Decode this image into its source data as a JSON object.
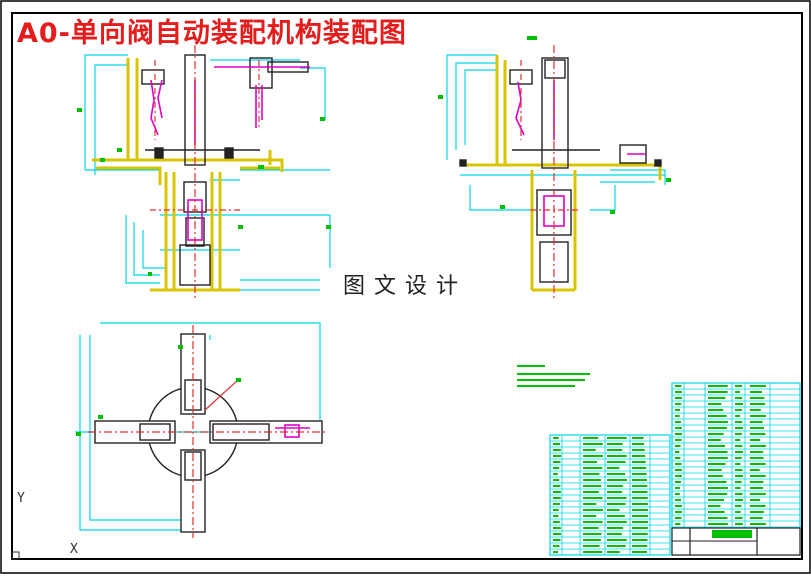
{
  "drawing": {
    "title": "A0-单向阀自动装配机构装配图",
    "watermark": "图文设计",
    "axis_y_label": "Y",
    "axis_x_label": "X",
    "colors": {
      "title": "#e51c1c",
      "frame": "#000000",
      "cyan": "#00d7e8",
      "yellow": "#d9c400",
      "magenta": "#e000c8",
      "green": "#00c000",
      "red": "#e03030",
      "dark": "#222222"
    }
  }
}
